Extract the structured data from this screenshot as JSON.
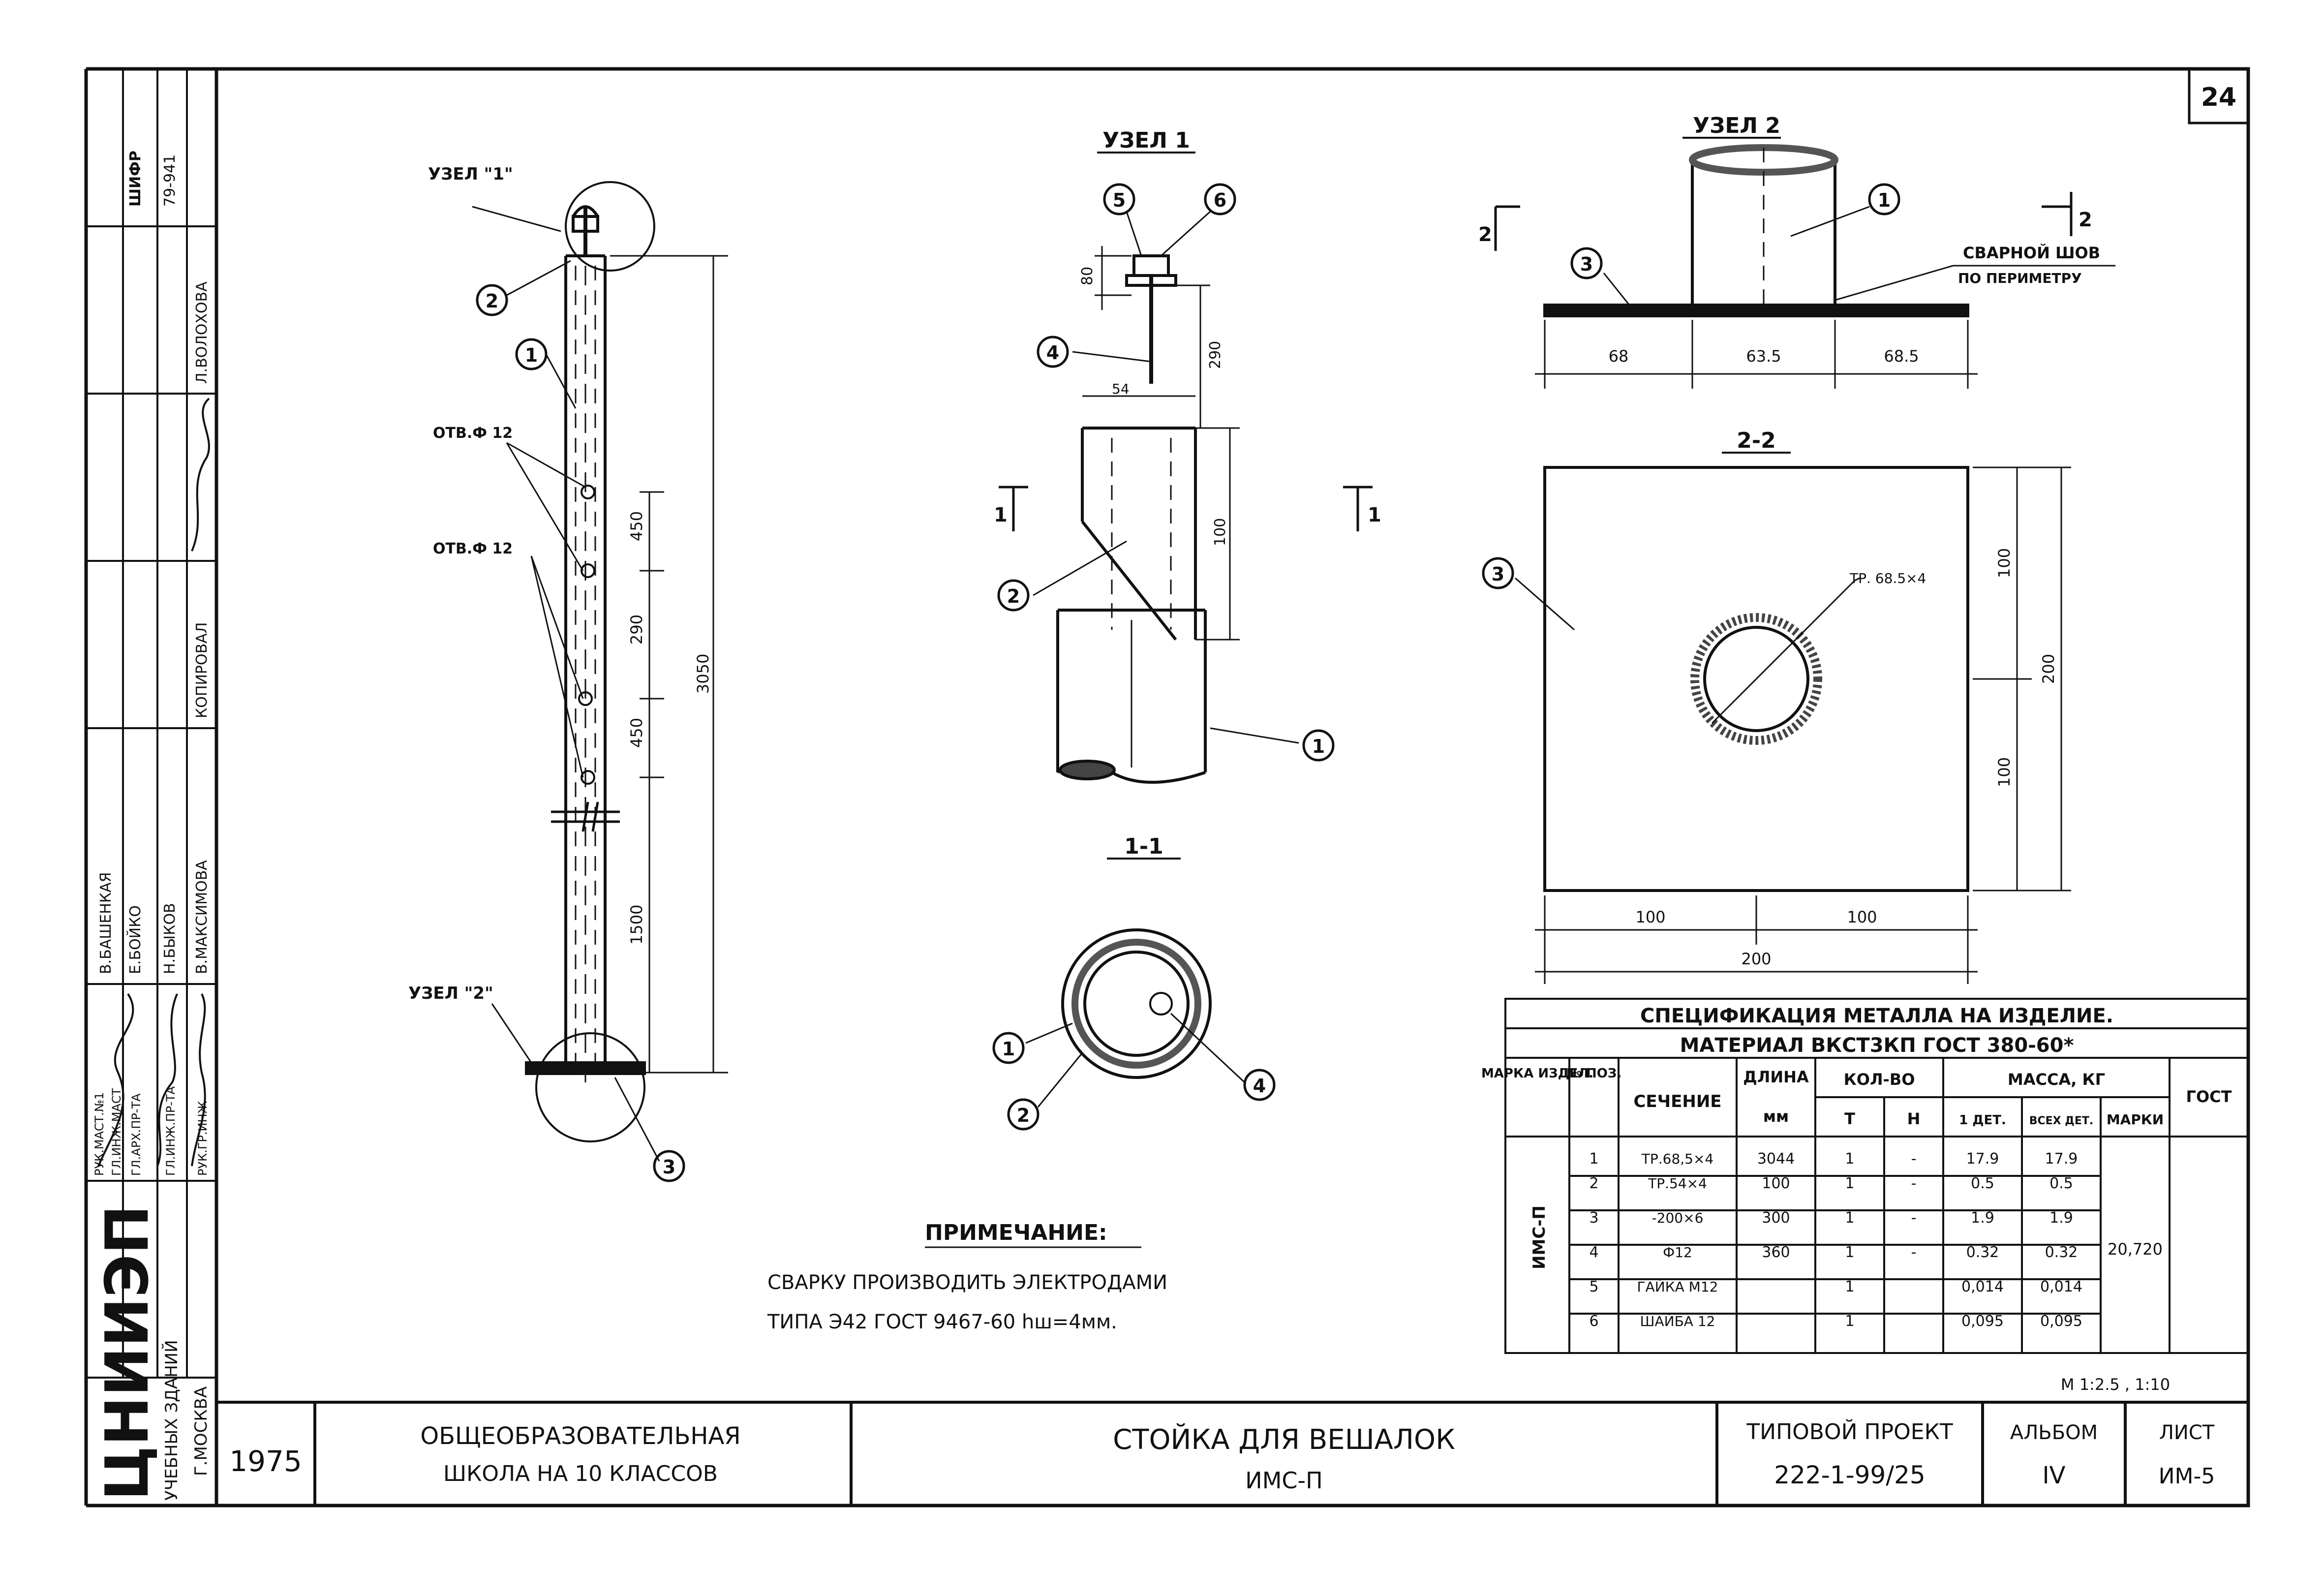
{
  "sheet_number_corner": "24",
  "side_stamp": {
    "cipher_label": "ШИФР",
    "cipher_value": "79-941",
    "names": [
      "Л.ВОЛОХОВА",
      "КОПИРОВАЛ",
      "В.МАКСИМОВА",
      "Н.БЫКОВ",
      "В.БАШЕНКАЯ",
      "Е.БОЙКО"
    ],
    "roles": [
      "РУК.МАСТ.№1",
      "ГЛ.ИНЖ.МАСТ",
      "ГЛ.АРХ.ПР-ТА",
      "ГЛ.ИНЖ.ПР-ТА",
      "РУК.ГР.ИНЖ"
    ],
    "org_logo": "ЦНИИЭП",
    "org_sub1": "УЧЕБНЫХ ЗДАНИЙ",
    "org_sub2": "Г.МОСКВА"
  },
  "views": {
    "elevation": {
      "node1_label": "УЗЕЛ \"1\"",
      "node2_label": "УЗЕЛ \"2\"",
      "hole1": "ОТВ.Ф 12",
      "hole2": "ОТВ.Ф 12",
      "dims": [
        "450",
        "290",
        "450",
        "1500",
        "3050"
      ],
      "callouts": [
        "1",
        "2",
        "3"
      ]
    },
    "node1": {
      "title": "УЗЕЛ 1",
      "dims": [
        "80",
        "290",
        "54",
        "100"
      ],
      "callouts": [
        "5",
        "6",
        "4",
        "2",
        "1"
      ],
      "cut": "1"
    },
    "section11": {
      "title": "1-1",
      "callouts": [
        "1",
        "2",
        "4"
      ]
    },
    "node2": {
      "title": "УЗЕЛ 2",
      "weld_note_1": "СВАРНОЙ ШОВ",
      "weld_note_2": "ПО ПЕРИМЕТРУ",
      "dims": [
        "68",
        "63.5",
        "68.5"
      ],
      "callouts": [
        "3",
        "1"
      ],
      "cut": "2"
    },
    "section22": {
      "title": "2-2",
      "pipe_label": "ТР. 68.5×4",
      "dims": [
        "100",
        "100",
        "200",
        "100",
        "100",
        "200"
      ],
      "callouts": [
        "3"
      ]
    }
  },
  "note": {
    "title": "ПРИМЕЧАНИЕ:",
    "line1": "СВАРКУ ПРОИЗВОДИТЬ ЭЛЕКТРОДАМИ",
    "line2": "ТИПА Э42 ГОСТ 9467-60 hш=4мм."
  },
  "spec_table": {
    "title": "СПЕЦИФИКАЦИЯ МЕТАЛЛА НА ИЗДЕЛИЕ.",
    "material": "МАТЕРИАЛ ВКСТ3КП ГОСТ 380-60*",
    "headers": {
      "mark": "МАРКА ИЗДЕЛ.",
      "pos": "№ ПОЗ.",
      "section": "СЕЧЕНИЕ",
      "length": "ДЛИНА",
      "length_unit": "мм",
      "qty": "КОЛ-ВО",
      "qty_t": "Т",
      "qty_n": "Н",
      "mass": "МАССА, КГ",
      "mass_one": "1 ДЕТ.",
      "mass_all": "ВСЕХ ДЕТ.",
      "mass_mark": "МАРКИ",
      "gost": "ГОСТ"
    },
    "mark_value": "ИМС-П",
    "mark_mass": "20,720",
    "rows": [
      {
        "pos": "1",
        "section": "ТР.68,5×4",
        "length": "3044",
        "t": "1",
        "n": "-",
        "one": "17.9",
        "all": "17.9"
      },
      {
        "pos": "2",
        "section": "ТР.54×4",
        "length": "100",
        "t": "1",
        "n": "-",
        "one": "0.5",
        "all": "0.5"
      },
      {
        "pos": "3",
        "section": "-200×6",
        "length": "300",
        "t": "1",
        "n": "-",
        "one": "1.9",
        "all": "1.9"
      },
      {
        "pos": "4",
        "section": "Ф12",
        "length": "360",
        "t": "1",
        "n": "-",
        "one": "0.32",
        "all": "0.32"
      },
      {
        "pos": "5",
        "section": "ГАЙКА М12",
        "length": "",
        "t": "1",
        "n": "",
        "one": "0,014",
        "all": "0,014"
      },
      {
        "pos": "6",
        "section": "ШАЙБА 12",
        "length": "",
        "t": "1",
        "n": "",
        "one": "0,095",
        "all": "0,095"
      }
    ],
    "scale": "М 1:2.5 , 1:10"
  },
  "title_block": {
    "year": "1975",
    "object_1": "ОБЩЕОБРАЗОВАТЕЛЬНАЯ",
    "object_2": "ШКОЛА НА 10 КЛАССОВ",
    "name_1": "СТОЙКА ДЛЯ ВЕШАЛОК",
    "name_2": "ИМС-П",
    "project_label": "ТИПОВОЙ ПРОЕКТ",
    "project_value": "222-1-99/25",
    "album_label": "АЛЬБОМ",
    "album_value": "IV",
    "sheet_label": "ЛИСТ",
    "sheet_value": "ИМ-5"
  }
}
